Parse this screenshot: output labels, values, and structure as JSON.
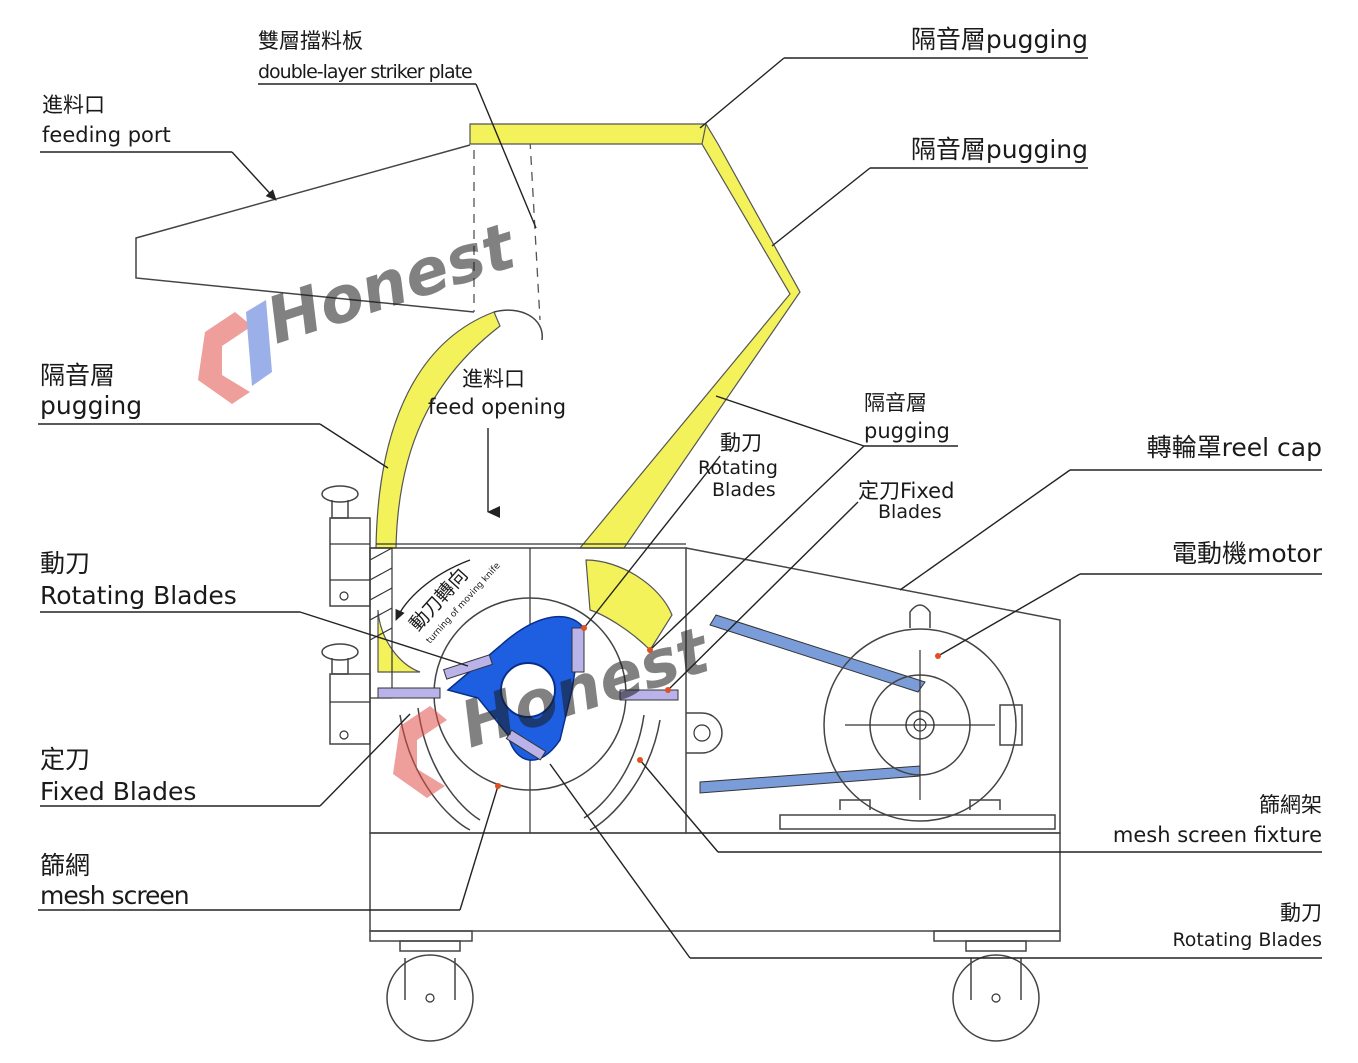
{
  "watermark": {
    "brand": "Honest",
    "color_blue": "#4a6fd8",
    "color_red": "#e0504a"
  },
  "colors": {
    "pugging": "#f3f25a",
    "rotor": "#1d5fe0",
    "belt": "#7a9cd8",
    "accent_lilac": "#b9b3ea"
  },
  "labels": {
    "striker_plate_zh": "雙層擋料板",
    "striker_plate_en": "double-layer striker plate",
    "feeding_port_zh": "進料口",
    "feeding_port_en": "feeding port",
    "pugging_top_1": "隔音層pugging",
    "pugging_top_2": "隔音層pugging",
    "pugging_left_zh": "隔音層",
    "pugging_left_en": "pugging",
    "feed_opening_zh": "進料口",
    "feed_opening_en": "feed opening",
    "pugging_mid_zh": "隔音層",
    "pugging_mid_en": "pugging",
    "rotating_blades_mid_zh": "動刀",
    "rotating_blades_mid_en1": "Rotating",
    "rotating_blades_mid_en2": "Blades",
    "fixed_blades_mid_zh": "定刀Fixed",
    "fixed_blades_mid_en": "Blades",
    "reel_cap": "轉輪罩reel cap",
    "motor": "電動機motor",
    "rotating_blades_left_zh": "動刀",
    "rotating_blades_left_en": "Rotating Blades",
    "fixed_blades_left_zh": "定刀",
    "fixed_blades_left_en": "Fixed Blades",
    "mesh_screen_zh": "篩網",
    "mesh_screen_en": "mesh screen",
    "mesh_fixture_zh": "篩網架",
    "mesh_fixture_en": "mesh screen fixture",
    "rotating_blades_br_zh": "動刀",
    "rotating_blades_br_en": "Rotating Blades",
    "rotation_note_zh": "動刀轉向",
    "rotation_note_en": "turning of moving knife"
  }
}
